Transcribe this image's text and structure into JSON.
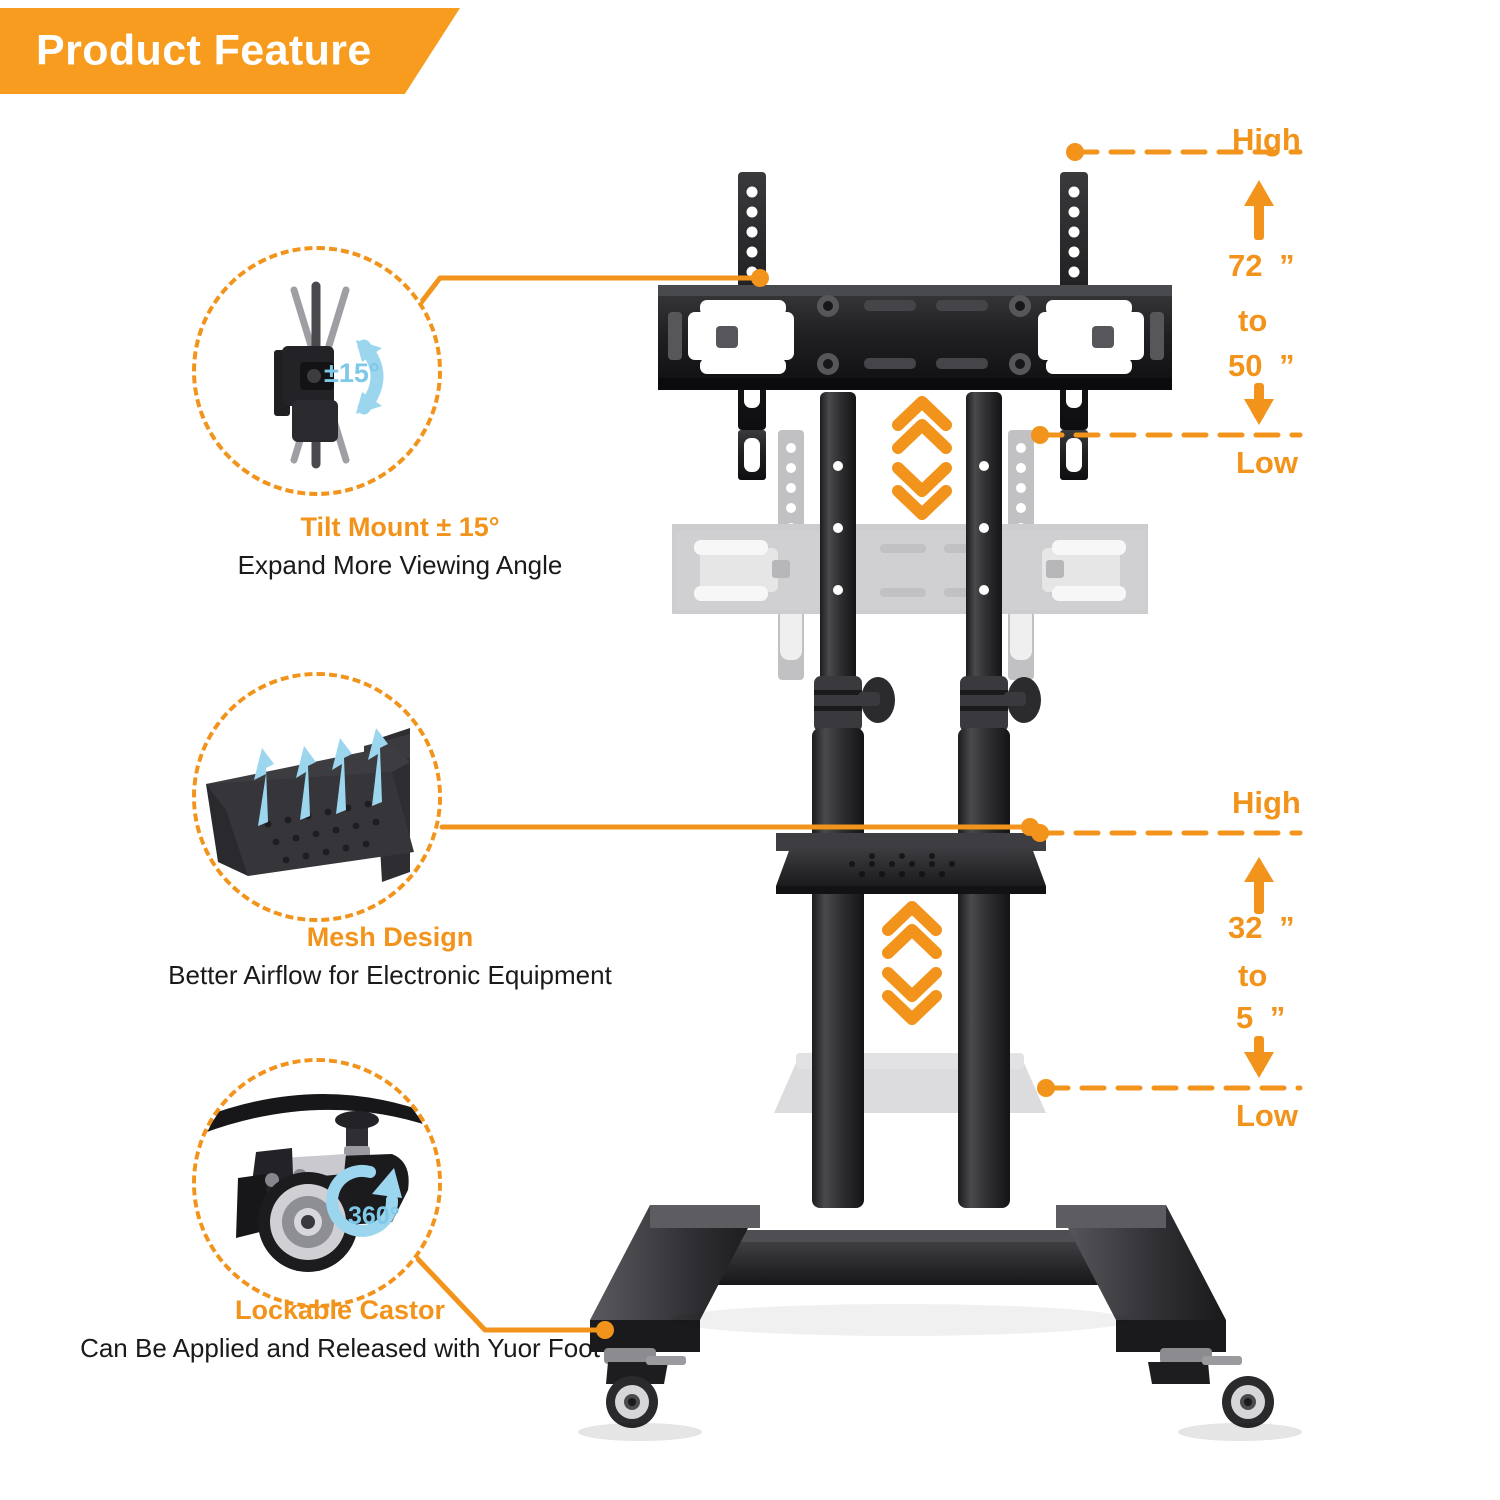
{
  "header": {
    "title": "Product Feature",
    "ribbon_color": "#F79C1E"
  },
  "theme": {
    "orange": "#F2941C",
    "blue": "#7EC8E8",
    "dark": "#2b2b2d",
    "text": "#1a1a1a"
  },
  "features": [
    {
      "id": "tilt-mount",
      "title": "Tilt Mount ± 15°",
      "subtitle": "Expand More Viewing Angle",
      "badge": "±15°",
      "badge_icon": "tilt-arc-arrow-icon"
    },
    {
      "id": "mesh-design",
      "title": "Mesh Design",
      "subtitle": "Better Airflow for Electronic Equipment",
      "badge": "",
      "badge_icon": "airflow-arrows-icon"
    },
    {
      "id": "lockable-castor",
      "title": "Lockable Castor",
      "subtitle": "Can Be Applied and Released with Yuor Foot",
      "badge": "360°",
      "badge_icon": "rotation-arrow-icon"
    }
  ],
  "measurements": [
    {
      "id": "tv-height-range",
      "high_label": "High",
      "low_label": "Low",
      "max_value": "72",
      "unit": "”",
      "connector": "to",
      "min_value": "50",
      "up_arrow_icon": "arrow-up-icon",
      "down_arrow_icon": "arrow-down-icon"
    },
    {
      "id": "shelf-height-range",
      "high_label": "High",
      "low_label": "Low",
      "max_value": "32",
      "unit": "”",
      "connector": "to",
      "min_value": "5",
      "up_arrow_icon": "arrow-up-icon",
      "down_arrow_icon": "arrow-down-icon"
    }
  ],
  "product": {
    "name": "mobile-tv-cart",
    "adjust_icons": {
      "up": "chevron-double-up-icon",
      "down": "chevron-double-down-icon"
    }
  }
}
